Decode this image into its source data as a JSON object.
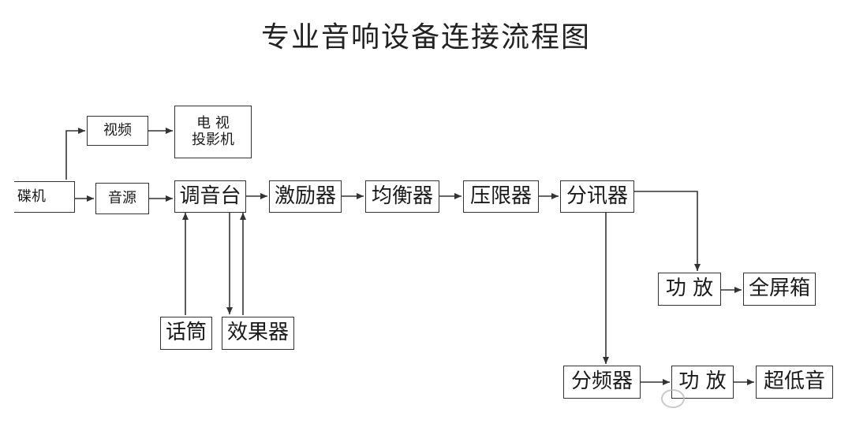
{
  "title": "专业音响设备连接流程图",
  "nodes": {
    "player": "碟机",
    "video": "视频",
    "tv_line1": "电 视",
    "tv_line2": "投影机",
    "source": "音源",
    "mixer": "调音台",
    "exciter": "激励器",
    "equalizer": "均衡器",
    "limiter": "压限器",
    "splitter": "分讯器",
    "mic": "话筒",
    "effects": "效果器",
    "amp1": "功 放",
    "full_range": "全屏箱",
    "crossover": "分频器",
    "amp2": "功 放",
    "subwoofer": "超低音"
  },
  "watermark": "",
  "colors": {
    "line": "#333333",
    "text": "#1a1a1a"
  }
}
